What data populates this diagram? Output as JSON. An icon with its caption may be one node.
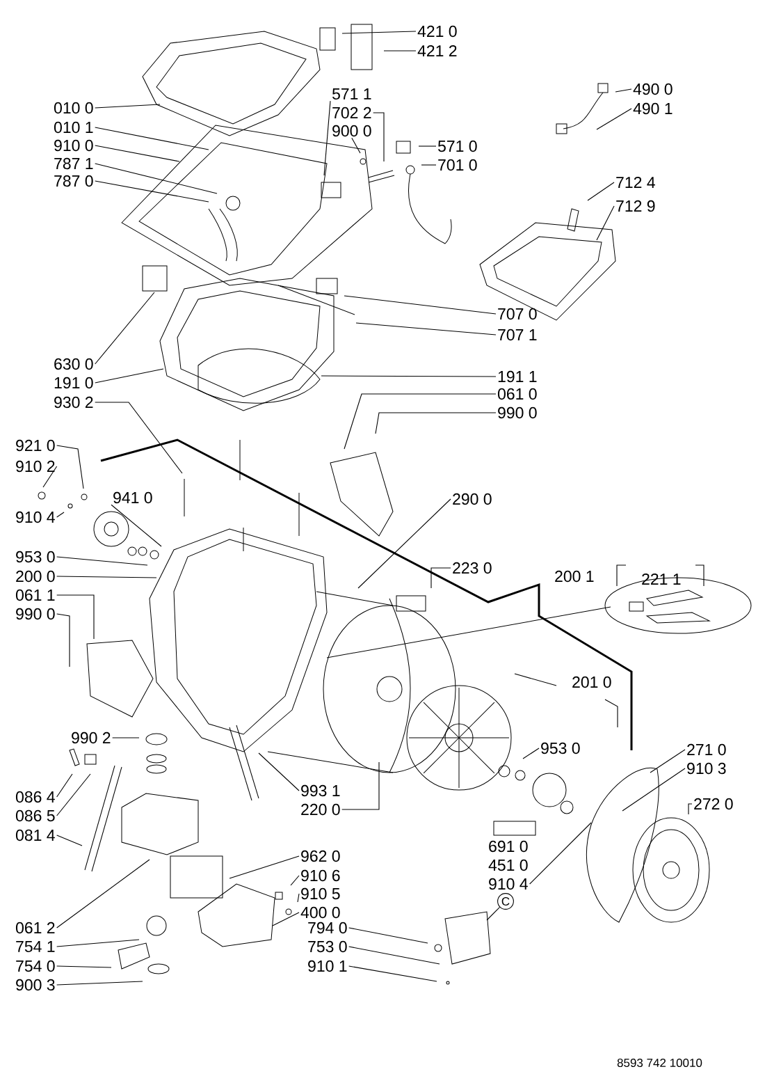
{
  "diagram": {
    "nodes": [
      {
        "text": [
          "421 0"
        ]
      },
      {
        "text": [
          "421 2"
        ]
      },
      {
        "text": [
          "010 0"
        ]
      },
      {
        "text": [
          "010 1"
        ]
      },
      {
        "text": [
          "910 0"
        ]
      },
      {
        "text": [
          "787 1"
        ]
      },
      {
        "text": [
          "787 0"
        ]
      },
      {
        "text": [
          "571 1"
        ]
      },
      {
        "text": [
          "702 2"
        ]
      },
      {
        "text": [
          "900 0"
        ]
      },
      {
        "text": [
          "571 0"
        ]
      },
      {
        "text": [
          "701 0"
        ]
      },
      {
        "text": [
          "490 0"
        ]
      },
      {
        "text": [
          "490 1"
        ]
      },
      {
        "text": [
          "712 4"
        ]
      },
      {
        "text": [
          "712 9"
        ]
      },
      {
        "text": [
          "707 0"
        ]
      },
      {
        "text": [
          "707 1"
        ]
      },
      {
        "text": [
          "630 0"
        ]
      },
      {
        "text": [
          "191 0"
        ]
      },
      {
        "text": [
          "191 1"
        ]
      },
      {
        "text": [
          "930 2"
        ]
      },
      {
        "text": [
          "061 0"
        ]
      },
      {
        "text": [
          "990 0"
        ]
      },
      {
        "text": [
          "921 0"
        ]
      },
      {
        "text": [
          "910 2"
        ]
      },
      {
        "text": [
          "941 0"
        ]
      },
      {
        "text": [
          "910 4"
        ]
      },
      {
        "text": [
          "953 0"
        ]
      },
      {
        "text": [
          "200 0"
        ]
      },
      {
        "text": [
          "061 1"
        ]
      },
      {
        "text": [
          "990 0"
        ]
      },
      {
        "text": [
          "290 0"
        ]
      },
      {
        "text": [
          "223 0"
        ]
      },
      {
        "text": [
          "990 2"
        ]
      },
      {
        "text": [
          "953 0"
        ]
      },
      {
        "text": [
          "271 0"
        ]
      },
      {
        "text": [
          "910 3"
        ]
      },
      {
        "text": [
          "086 4"
        ]
      },
      {
        "text": [
          "086 5"
        ]
      },
      {
        "text": [
          "993 1"
        ]
      },
      {
        "text": [
          "220 0"
        ]
      },
      {
        "text": [
          "272 0"
        ]
      },
      {
        "text": [
          "081 4"
        ]
      },
      {
        "text": [
          "962 0"
        ]
      },
      {
        "text": [
          "910 6"
        ]
      },
      {
        "text": [
          "910 5"
        ]
      },
      {
        "text": [
          "400 0"
        ]
      },
      {
        "text": [
          "910 4"
        ]
      },
      {
        "text": [
          "061 2"
        ]
      },
      {
        "text": [
          "754 1"
        ]
      },
      {
        "text": [
          "754 0"
        ]
      },
      {
        "text": [
          "900 3"
        ]
      },
      {
        "text": [
          "794 0"
        ]
      },
      {
        "text": [
          "753 0"
        ]
      },
      {
        "text": [
          "910 1"
        ]
      },
      {
        "text": [
          "C"
        ]
      }
    ],
    "edges": [
      {
        "from": 0,
        "to": null,
        "arrow": "none"
      },
      {
        "from": 1,
        "to": null,
        "arrow": "none"
      },
      {
        "from": 2,
        "to": null,
        "arrow": "none"
      },
      {
        "from": 3,
        "to": null,
        "arrow": "none"
      },
      {
        "from": 4,
        "to": null,
        "arrow": "none"
      },
      {
        "from": 5,
        "to": null,
        "arrow": "none"
      },
      {
        "from": 6,
        "to": null,
        "arrow": "none"
      },
      {
        "from": 7,
        "to": null,
        "arrow": "none"
      },
      {
        "from": 8,
        "to": null,
        "arrow": "none"
      },
      {
        "from": 9,
        "to": null,
        "arrow": "none"
      },
      {
        "from": 10,
        "to": null,
        "arrow": "none"
      },
      {
        "from": 11,
        "to": null,
        "arrow": "none"
      },
      {
        "from": 12,
        "to": null,
        "arrow": "none"
      },
      {
        "from": 13,
        "to": null,
        "arrow": "none"
      },
      {
        "from": 14,
        "to": null,
        "arrow": "none"
      },
      {
        "from": 15,
        "to": null,
        "arrow": "none"
      },
      {
        "from": 16,
        "to": null,
        "arrow": "none"
      },
      {
        "from": 17,
        "to": null,
        "arrow": "none"
      },
      {
        "from": 18,
        "to": null,
        "arrow": "none"
      },
      {
        "from": 19,
        "to": null,
        "arrow": "none"
      },
      {
        "from": 20,
        "to": null,
        "arrow": "none"
      },
      {
        "from": 21,
        "to": null,
        "arrow": "none"
      },
      {
        "from": 22,
        "to": null,
        "arrow": "none"
      },
      {
        "from": 23,
        "to": null,
        "arrow": "none"
      },
      {
        "from": 24,
        "to": null,
        "arrow": "none"
      },
      {
        "from": 25,
        "to": null,
        "arrow": "none"
      },
      {
        "from": 26,
        "to": null,
        "arrow": "none"
      },
      {
        "from": 27,
        "to": null,
        "arrow": "none"
      },
      {
        "from": 28,
        "to": null,
        "arrow": "none"
      },
      {
        "from": 29,
        "to": null,
        "arrow": "none"
      },
      {
        "from": 30,
        "to": null,
        "arrow": "none"
      },
      {
        "from": 31,
        "to": null,
        "arrow": "none"
      },
      {
        "from": 32,
        "to": null,
        "arrow": "none"
      },
      {
        "from": 33,
        "to": null,
        "arrow": "none"
      },
      {
        "from": 34,
        "to": null,
        "arrow": "none"
      },
      {
        "from": 35,
        "to": null,
        "arrow": "none"
      },
      {
        "from": 36,
        "to": null,
        "arrow": "none"
      },
      {
        "from": 37,
        "to": null,
        "arrow": "none"
      },
      {
        "from": 38,
        "to": null,
        "arrow": "none"
      },
      {
        "from": 39,
        "to": null,
        "arrow": "none"
      },
      {
        "from": 40,
        "to": null,
        "arrow": "none"
      },
      {
        "from": 41,
        "to": null,
        "arrow": "none"
      },
      {
        "from": 42,
        "to": null,
        "arrow": "none"
      },
      {
        "from": 43,
        "to": null,
        "arrow": "none"
      },
      {
        "from": 44,
        "to": null,
        "arrow": "none"
      },
      {
        "from": 45,
        "to": null,
        "arrow": "none"
      },
      {
        "from": 46,
        "to": null,
        "arrow": "none"
      },
      {
        "from": 47,
        "to": null,
        "arrow": "none"
      },
      {
        "from": 48,
        "to": null,
        "arrow": "none"
      },
      {
        "from": 49,
        "to": null,
        "arrow": "none"
      },
      {
        "from": 50,
        "to": null,
        "arrow": "none"
      },
      {
        "from": 51,
        "to": null,
        "arrow": "none"
      },
      {
        "from": 52,
        "to": null,
        "arrow": "none"
      },
      {
        "from": 53,
        "to": null,
        "arrow": "none"
      },
      {
        "from": 54,
        "to": null,
        "arrow": "none"
      },
      {
        "from": 55,
        "to": null,
        "arrow": "none"
      },
      {
        "from": 56,
        "to": null,
        "arrow": "none"
      }
    ],
    "labels": [
      "200 1",
      "221 1",
      "201 0",
      "691 0",
      "451 0",
      "8593 742 10010"
    ]
  }
}
